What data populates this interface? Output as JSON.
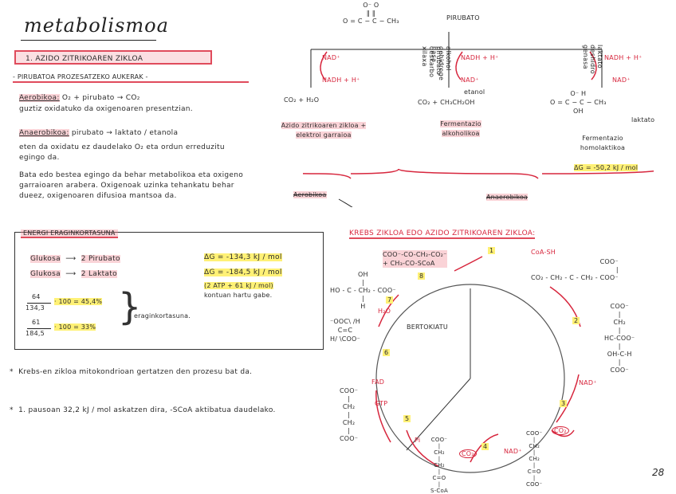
{
  "page": {
    "title": "metabolismoa",
    "page_number": "28"
  },
  "section1": {
    "header": "1. AZIDO ZITRIKOAREN ZIKLOA",
    "subheader": "- PIRUBATOA PROZESATZEKO AUKERAK -",
    "aerobic_label": "Aerobikoa:",
    "aerobic_eq": "O₂ + pirubato → CO₂",
    "aerobic_text": "guztiz oxidatuko da oxigenoaren presentzian.",
    "anaerobic_label": "Anaerobikoa:",
    "anaerobic_eq": "pirubato → laktato / etanola",
    "anaerobic_text": "eten da oxidatu ez daudelako O₂ eta ordun erreduzitu egingo da.",
    "para1": "Bata edo bestea egingo da behar metabolikoa eta oxigeno garraioaren arabera. Oxigenoak uzinka tehankatu behar dueez, oxigenoaren difusioa mantsoa da."
  },
  "energy_box": {
    "title": "ENERGI ERAGINKORTASUNA",
    "row1_left": "Glukosa",
    "row1_right": "2 Pirubato",
    "row1_dg": "ΔG = -134,3 kJ / mol",
    "row2_left": "Glukosa",
    "row2_right": "2 Laktato",
    "row2_dg": "ΔG = -184,5 kJ / mol",
    "row2_note1": "(2 ATP + 61 kJ / mol)",
    "row2_note2": "kontuan hartu gabe.",
    "frac1_num": "64",
    "frac1_den": "134,3",
    "frac1_res": "· 100 = 45,4%",
    "frac2_num": "61",
    "frac2_den": "184,5",
    "frac2_res": "· 100 = 33%",
    "brace_label": "eraginkortasuna."
  },
  "notes": [
    "Krebs-en zikloa mitokondrioan gertatzen den prozesu bat da.",
    "1. pausoan 32,2 kJ / mol askatzen dira, -SCoA aktibatua daudelako."
  ],
  "pyruvate_top": {
    "formula": "O⁻ O\n‖ ‖\nO = C − C − CH₃",
    "label": "PIRUBATO"
  },
  "branches": {
    "b1_nad": "NAD⁺",
    "b1_nadh": "NADH + H⁺",
    "b1_products": "CO₂ + H₂O",
    "b1_name": "Azido zitrikoaren zikloa + elektroi garraioa",
    "b2_vert1": "pirubato deskarbo xilaxa",
    "b2_vert2": "alkohol dehidroge nasa",
    "b2_nadh": "NADH + H⁺",
    "b2_nad": "NAD⁺",
    "b2_etanol": "etanol",
    "b2_products": "CO₂ + CH₃CH₂OH",
    "b2_name": "Fermentazio alkoholikoa",
    "b3_vert": "laktato deshidro genasa",
    "b3_nadh": "NADH + H⁺",
    "b3_nad": "NAD⁺",
    "b3_lactate_label": "laktato",
    "b3_formula": "O⁻ H\nO = C − C − CH₃\nOH",
    "b3_name": "Fermentazio homolaktikoa",
    "b3_dg": "ΔG = -50,2 kJ / mol",
    "aerobic_bottom": "Aerobikoa",
    "anaerobic_bottom": "Anaerobikoa"
  },
  "krebs": {
    "title": "KREBS ZIKLOA EDO AZIDO ZITRIKOAREN ZIKLOA:",
    "center": "BERTOKIATU",
    "top_left_formula": "COO⁻-CO-CH₂-CO₂⁻\n+ CH₃-CO-SCoA",
    "coa_sh": "CoA-SH",
    "citrate_formula": "COO⁻\n|\nCO₂ - CH₂ - C - CH₂ - COO⁻",
    "isocitrate_formula": "COO⁻\n|\nCH₂\n|\nHC-COO⁻\n|\nOH-C-H\n|\nCOO⁻",
    "malate_formula": "OH\n|\nHO - C - CH₂ - COO⁻\n|\nH",
    "h2o": "H₂O",
    "fumarate_formula": "⁻OOC\\ /H\nC=C\nH/ \\COO⁻",
    "fad": "FAD",
    "gtp": "GTP",
    "pi": "Pi",
    "succinate_formula": "COO⁻\n|\nCH₂\n|\nCH₂\n|\nCOO⁻",
    "succcoa_formula": "COO⁻\n|\nCH₂\n|\nCH₂\n|\nC=O\n|\nS-CoA",
    "akg_formula": "COO⁻\n|\nCH₂\n|\nCH₂\n|\nC=O\n|\nCOO⁻",
    "nad1": "NAD⁺",
    "nad2": "NAD⁺",
    "co2_a": "CO₂",
    "co2_b": "CO₂",
    "steps": [
      "1",
      "2",
      "3",
      "4",
      "5",
      "6",
      "7",
      "8"
    ]
  }
}
